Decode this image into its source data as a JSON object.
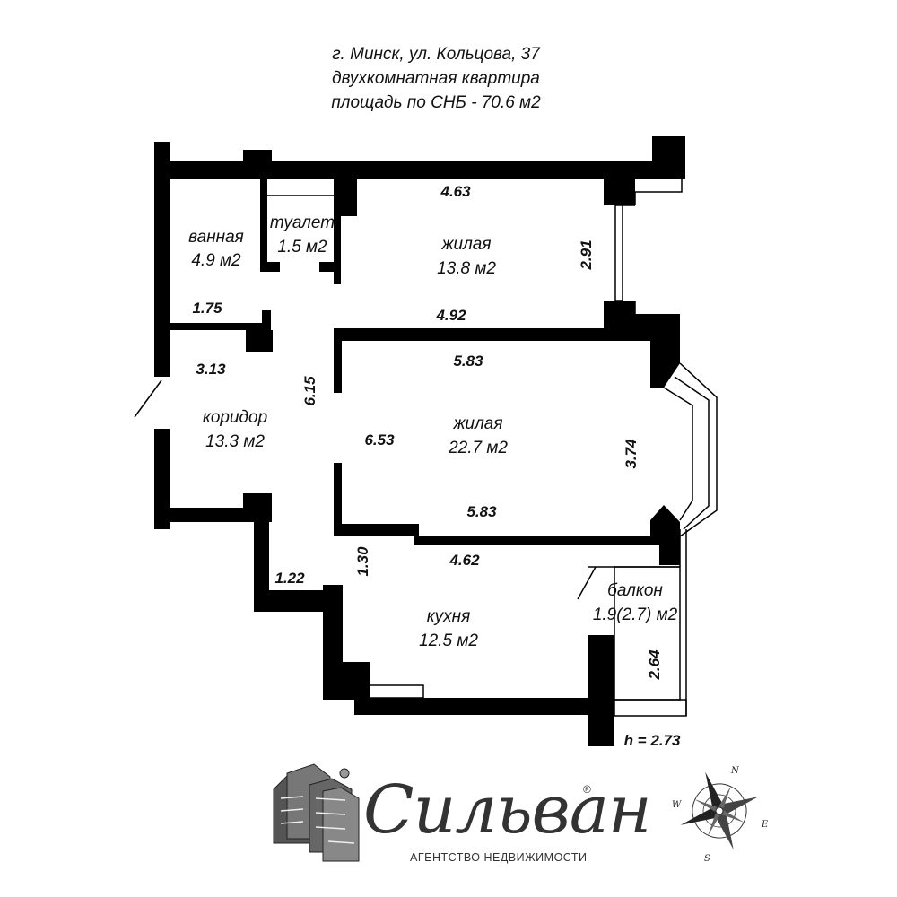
{
  "header": {
    "address": "г. Минск, ул. Кольцова, 37",
    "apartment_type": "двухкомнатная квартира",
    "area": "площадь по СНБ - 70.6 м2"
  },
  "rooms": {
    "bathroom": {
      "name": "ванная",
      "area": "4.9 м2"
    },
    "toilet": {
      "name": "туалет",
      "area": "1.5 м2"
    },
    "living_room_1": {
      "name": "жилая",
      "area": "13.8 м2"
    },
    "corridor": {
      "name": "коридор",
      "area": "13.3 м2"
    },
    "living_room_2": {
      "name": "жилая",
      "area": "22.7 м2"
    },
    "kitchen": {
      "name": "кухня",
      "area": "12.5 м2"
    },
    "balcony": {
      "name": "балкон",
      "area": "1.9(2.7) м2"
    }
  },
  "dimensions": {
    "living1_top": "4.63",
    "living1_height": "2.91",
    "living1_bottom": "4.92",
    "bathroom_width": "1.75",
    "corridor_width": "3.13",
    "corridor_length": "6.15",
    "living2_top": "5.83",
    "living2_left": "6.53",
    "living2_right": "3.74",
    "living2_bottom": "5.83",
    "kitchen_top": "4.62",
    "passage_width": "1.30",
    "entry_width": "1.22",
    "balcony_length": "2.64",
    "ceiling_height": "h = 2.73"
  },
  "logo": {
    "name": "Сильван",
    "registered": "®",
    "tagline": "АГЕНТСТВО НЕДВИЖИМОСТИ"
  },
  "compass": {
    "n": "N",
    "e": "E",
    "s": "S",
    "w": "W"
  }
}
